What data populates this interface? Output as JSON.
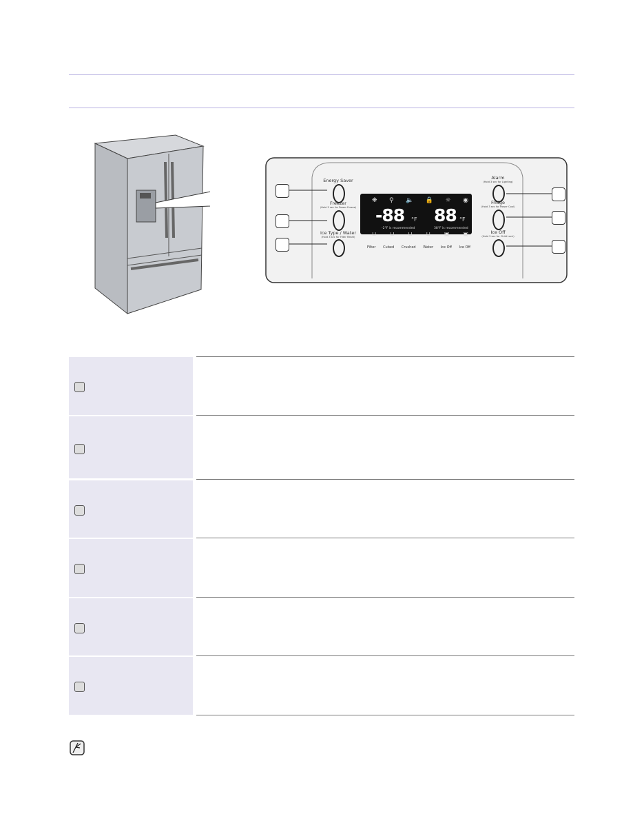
{
  "panel": {
    "left_buttons": [
      {
        "label": "Energy Saver",
        "sub": ""
      },
      {
        "label": "Freezer",
        "sub": "(Hold 3 sec for Power Freeze)"
      },
      {
        "label": "Ice Type / Water",
        "sub": "(Hold 3 sec for Filter Reset)"
      }
    ],
    "right_buttons": [
      {
        "label": "Alarm",
        "sub": "(Hold 3 sec for Lighting)"
      },
      {
        "label": "Fridge",
        "sub": "(Hold 3 sec for Power Cool)"
      },
      {
        "label": "Ice Off",
        "sub": "(Hold 3 sec for Child Lock)"
      }
    ],
    "display": {
      "freezer_temp": "-88",
      "fridge_temp": "88",
      "unit": "°F",
      "freezer_note": "-2°F is recommended",
      "fridge_note": "38°F is recommended",
      "top_icons": [
        "energy-saver-icon",
        "power-freeze-icon",
        "alarm-icon",
        "child-lock-icon",
        "lighting-icon",
        "filter-icon"
      ],
      "bottom_labels": [
        "Filter",
        "Cubed",
        "Crushed",
        "Water",
        "Ice Off",
        "Ice Off"
      ]
    }
  },
  "colors": {
    "rule": "#b9b2e2",
    "row_bg": "#e8e7f2",
    "lcd": "#111111"
  }
}
